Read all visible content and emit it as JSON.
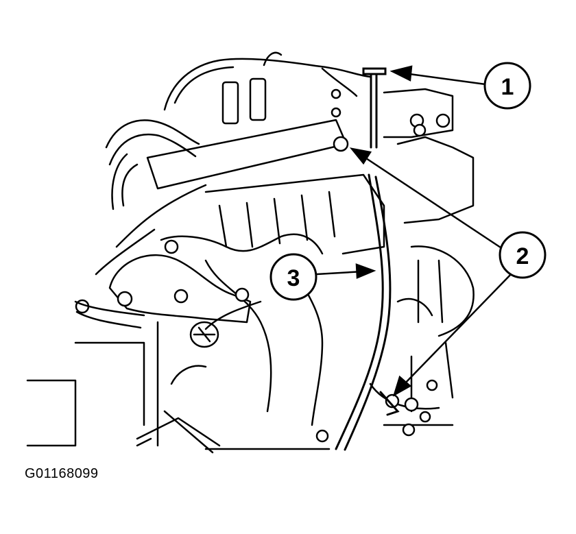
{
  "figure": {
    "caption": "G01168099",
    "callouts": [
      {
        "id": "callout-1",
        "label": "1"
      },
      {
        "id": "callout-2",
        "label": "2"
      },
      {
        "id": "callout-3",
        "label": "3"
      }
    ]
  }
}
